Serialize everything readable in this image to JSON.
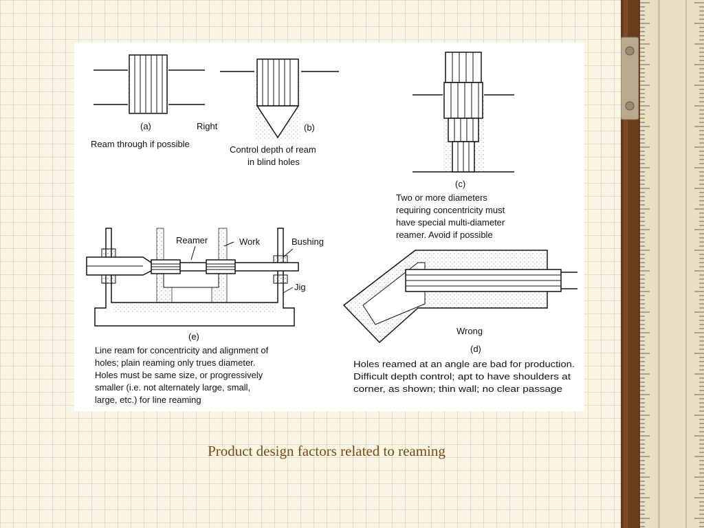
{
  "slide": {
    "caption": "Product design factors related to reaming"
  },
  "figure": {
    "panel_a": {
      "tag": "(a)",
      "right_label": "Right",
      "note": "Ream through if possible"
    },
    "panel_b": {
      "tag": "(b)",
      "note_lines": [
        "Control depth of ream",
        "in blind holes"
      ]
    },
    "panel_c": {
      "tag": "(c)",
      "note_lines": [
        "Two or more diameters",
        "requiring concentricity must",
        "have special multi-diameter",
        "reamer.  Avoid if possible"
      ]
    },
    "panel_d": {
      "tag": "(d)",
      "wrong_label": "Wrong",
      "note_lines": [
        "Holes reamed at an angle are bad for production.",
        "Difficult depth control;  apt to have shoulders at",
        "corner, as shown; thin wall; no clear passage"
      ]
    },
    "panel_e": {
      "tag": "(e)",
      "reamer_label": "Reamer",
      "work_label": "Work",
      "bushing_label": "Bushing",
      "jig_label": "Jig",
      "note_lines": [
        "Line ream for concentricity and alignment of",
        "holes; plain reaming only trues diameter.",
        "Holes must be same size, or progressively",
        "smaller (i.e. not alternately large, small,",
        "large, etc.) for line reaming"
      ]
    }
  },
  "colors": {
    "caption": "#7a4a12",
    "grid_background": "#fbf6e4",
    "ruler_wood": "#6b3a1c",
    "ruler_scale": "#e9dfc4"
  }
}
